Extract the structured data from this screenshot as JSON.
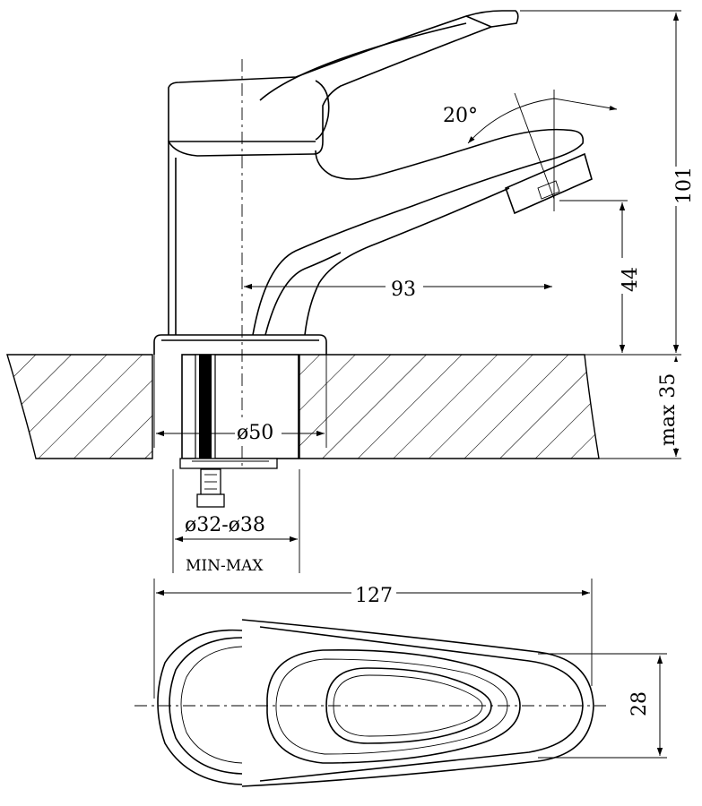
{
  "drawing": {
    "angle_label": "20°",
    "total_height_label": "101",
    "spout_height_label": "44",
    "reach_label": "93",
    "counter_max_label": "max 35",
    "base_diameter_label": "ø50",
    "hole_range_label": "ø32-ø38",
    "hole_range_note": "MIN-MAX",
    "top_length_label": "127",
    "top_width_label": "28"
  },
  "colors": {
    "line": "#000000",
    "background": "#ffffff"
  }
}
